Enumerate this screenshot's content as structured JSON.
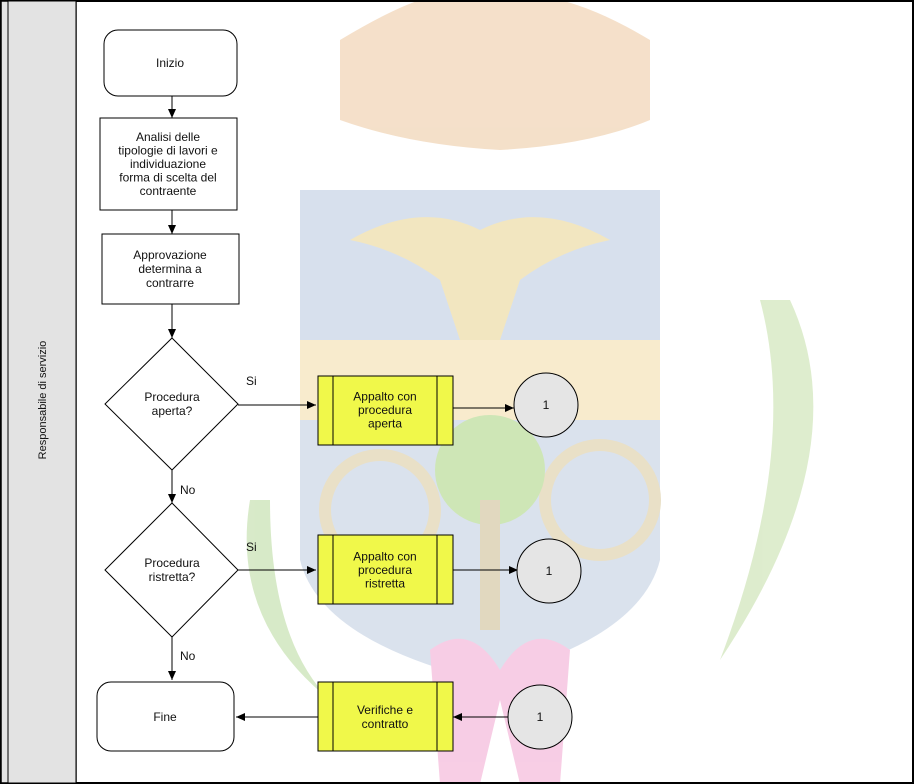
{
  "lane": {
    "label": "Responsabile di servizio"
  },
  "colors": {
    "lane_header": "#e3e3e3",
    "process_fill": "#ffffff",
    "subprocess_fill": "#f0f84a",
    "connector_fill": "#e5e5e5",
    "stroke": "#000000",
    "watermark_crown": "#e9c49a",
    "watermark_blue": "#b7c6de",
    "watermark_green": "#b9d89a",
    "watermark_pink": "#ef8fc4"
  },
  "watermark": {
    "type": "coat-of-arms",
    "description_icon": "municipal-crest-icon"
  },
  "nodes": {
    "start": "Inizio",
    "analisi": [
      "Analisi delle",
      "tipologie di lavori e",
      "individuazione",
      "forma di scelta del",
      "contraente"
    ],
    "approvazione": [
      "Approvazione",
      "determina a",
      "contrarre"
    ],
    "decision1": [
      "Procedura",
      "aperta?"
    ],
    "decision2": [
      "Procedura",
      "ristretta?"
    ],
    "sub_aperta": [
      "Appalto con",
      "procedura",
      "aperta"
    ],
    "sub_ristretta": [
      "Appalto con",
      "procedura",
      "ristretta"
    ],
    "connector1": "1",
    "connector2": "1",
    "connector3": "1",
    "sub_verifiche": [
      "Verifiche e",
      "contratto"
    ],
    "end": "Fine"
  },
  "edge_labels": {
    "d1_yes": "Si",
    "d1_no": "No",
    "d2_yes": "Si",
    "d2_no": "No"
  }
}
